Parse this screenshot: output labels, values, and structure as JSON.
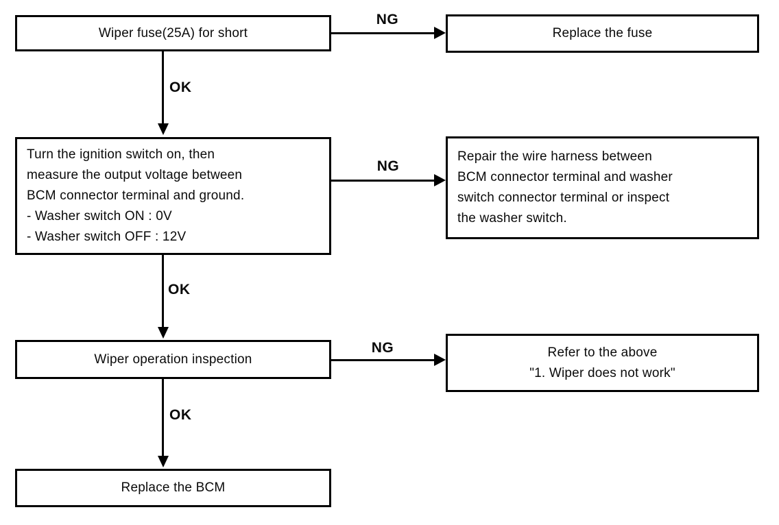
{
  "flowchart": {
    "nodes": {
      "check_fuse": {
        "label": "Wiper fuse(25A) for short"
      },
      "replace_fuse": {
        "label": "Replace the fuse"
      },
      "measure_voltage": {
        "lines": [
          "Turn the ignition switch on, then",
          "measure the output voltage between",
          "BCM connector terminal and ground.",
          "- Washer switch ON : 0V",
          "- Washer switch OFF : 12V"
        ]
      },
      "repair_harness": {
        "lines": [
          "Repair the wire harness between",
          "BCM connector terminal and washer",
          "switch connector terminal or inspect",
          "the washer switch."
        ]
      },
      "wiper_inspection": {
        "label": "Wiper operation inspection"
      },
      "refer_above": {
        "lines": [
          "Refer to the above",
          "\"1. Wiper does not work\""
        ]
      },
      "replace_bcm": {
        "label": "Replace the BCM"
      }
    },
    "edge_labels": {
      "ok": "OK",
      "ng": "NG"
    },
    "colors": {
      "line": "#000000",
      "background": "#ffffff",
      "text": "#0a0a0a"
    }
  }
}
